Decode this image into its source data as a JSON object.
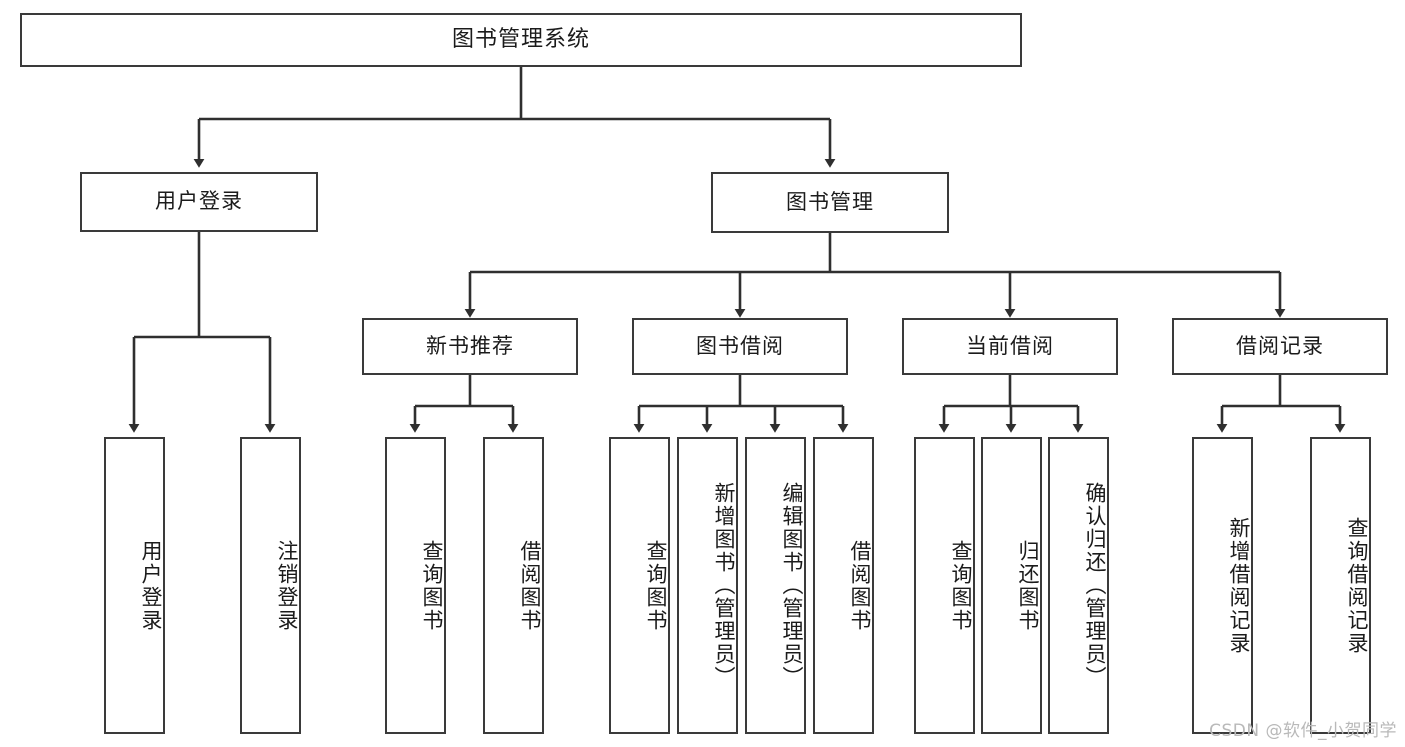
{
  "diagram": {
    "title": "图书管理系统",
    "type": "hierarchy-tree",
    "root": {
      "label": "图书管理系统"
    },
    "level1": [
      {
        "label": "用户登录"
      },
      {
        "label": "图书管理"
      }
    ],
    "level2": [
      {
        "label": "新书推荐"
      },
      {
        "label": "图书借阅"
      },
      {
        "label": "当前借阅"
      },
      {
        "label": "借阅记录"
      }
    ],
    "leaves": {
      "user_login": [
        {
          "label": "用户登录"
        },
        {
          "label": "注销登录"
        }
      ],
      "new_book_recommend": [
        {
          "label": "查询图书"
        },
        {
          "label": "借阅图书"
        }
      ],
      "book_borrow": [
        {
          "label": "查询图书"
        },
        {
          "label": "新增图书（管理员）"
        },
        {
          "label": "编辑图书（管理员）"
        },
        {
          "label": "借阅图书"
        }
      ],
      "current_borrow": [
        {
          "label": "查询图书"
        },
        {
          "label": "归还图书"
        },
        {
          "label": "确认归还（管理员）"
        }
      ],
      "borrow_record": [
        {
          "label": "新增借阅记录"
        },
        {
          "label": "查询借阅记录"
        }
      ]
    }
  },
  "watermark": {
    "text": "CSDN @软件_小贺同学"
  },
  "colors": {
    "border": "#3a3a3a",
    "text": "#1b1b1b",
    "background": "#ffffff",
    "watermark": "#b9b9b9"
  }
}
